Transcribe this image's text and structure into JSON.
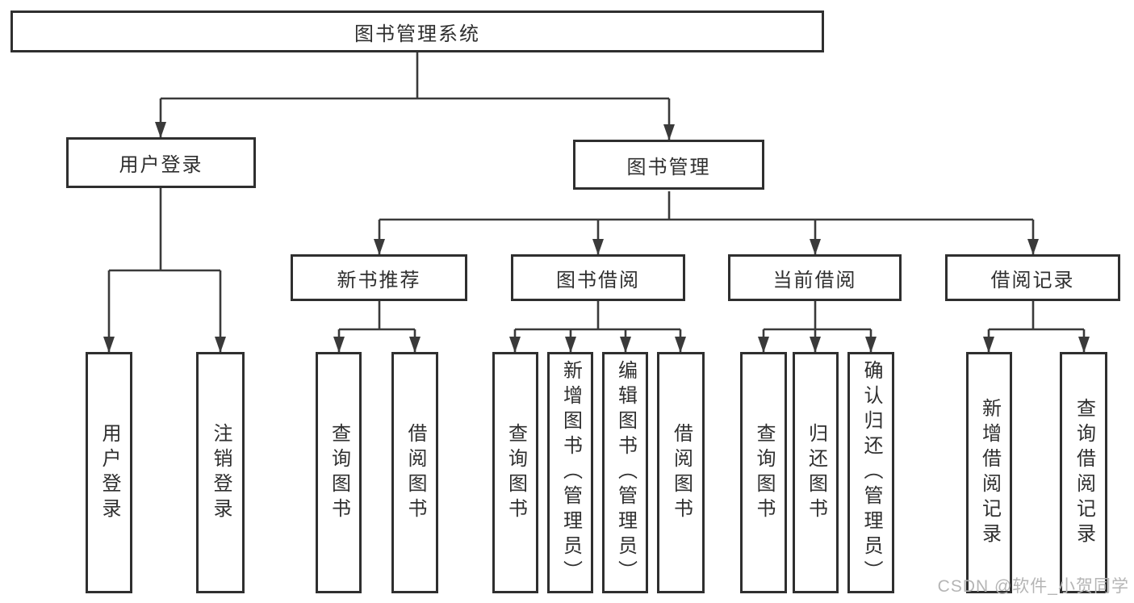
{
  "diagram": {
    "title": "图书管理系统",
    "branches": [
      {
        "label": "用户登录",
        "children": [
          {
            "label": "用户登录"
          },
          {
            "label": "注销登录"
          }
        ]
      },
      {
        "label": "图书管理",
        "children": [
          {
            "label": "新书推荐",
            "children": [
              {
                "label": "查询图书"
              },
              {
                "label": "借阅图书"
              }
            ]
          },
          {
            "label": "图书借阅",
            "children": [
              {
                "label": "查询图书"
              },
              {
                "label": "新增图书（管理员）"
              },
              {
                "label": "编辑图书（管理员）"
              },
              {
                "label": "借阅图书"
              }
            ]
          },
          {
            "label": "当前借阅",
            "children": [
              {
                "label": "查询图书"
              },
              {
                "label": "归还图书"
              },
              {
                "label": "确认归还（管理员）"
              }
            ]
          },
          {
            "label": "借阅记录",
            "children": [
              {
                "label": "新增借阅记录"
              },
              {
                "label": "查询借阅记录"
              }
            ]
          }
        ]
      }
    ]
  },
  "watermark": {
    "text": "CSDN @软件_小贺同学"
  },
  "colors": {
    "line": "#3a3a3a",
    "box_border": "#2f2f2f",
    "text": "#2f2f2f",
    "watermark": "#b5b5b5",
    "background": "#ffffff"
  }
}
